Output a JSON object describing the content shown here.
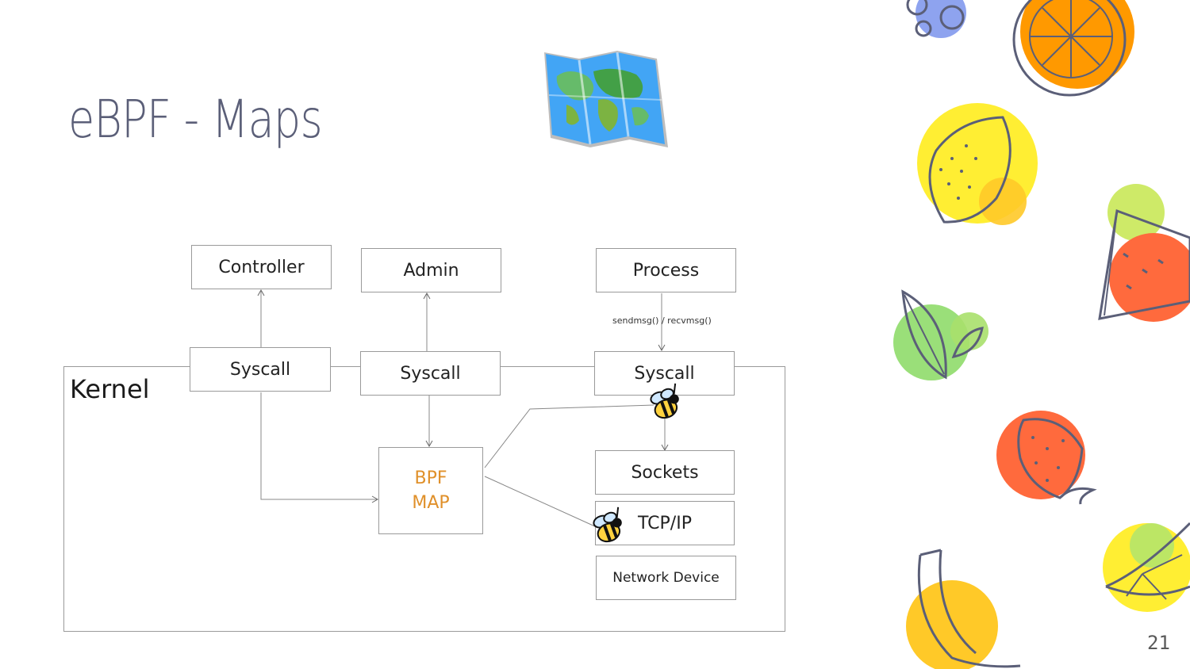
{
  "slide": {
    "title": "eBPF - Maps",
    "page_number": "21"
  },
  "diagram": {
    "kernel_label": "Kernel",
    "nodes": {
      "controller": "Controller",
      "admin": "Admin",
      "process": "Process",
      "syscall_left": "Syscall",
      "syscall_middle": "Syscall",
      "syscall_right": "Syscall",
      "bpf_map_line1": "BPF",
      "bpf_map_line2": "MAP",
      "sockets": "Sockets",
      "tcp_ip": "TCP/IP",
      "network_device": "Network Device"
    },
    "edge_label": "sendmsg() / recvmsg()",
    "map_label_color": "#e0902a"
  },
  "decorations": {
    "icons": [
      "world-map-icon",
      "bee-icon",
      "blueberry-icon",
      "orange-icon",
      "lemon-icon",
      "watermelon-icon",
      "leaf-icon",
      "strawberry-icon",
      "banana-icon",
      "lime-icon"
    ],
    "accent_colors": [
      "#7a93ec",
      "#ff9900",
      "#ffee33",
      "#ff6a3d",
      "#8fdc6a",
      "#ffc928"
    ]
  }
}
